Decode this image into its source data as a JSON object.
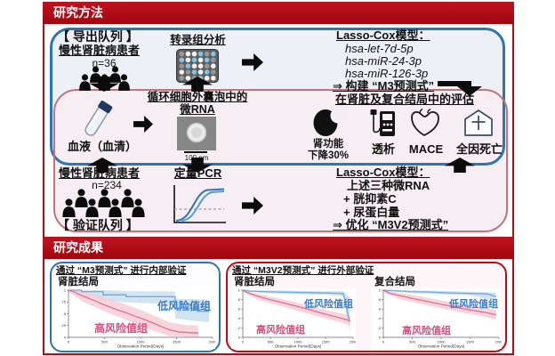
{
  "banners": {
    "methods": "研究方法",
    "results": "研究成果"
  },
  "derivation": {
    "bracket_label": "【 导出队列 】",
    "patients_label": "慢性肾脏病患者",
    "n_label": "n=36",
    "transcriptome_title": "转录组分析",
    "lasso_title": "Lasso-Cox模型：",
    "mirnas": [
      "hsa-let-7d-5p",
      "hsa-miR-24-3p",
      "hsa-miR-126-3p"
    ],
    "build_label": "⇒ 构建 “M3预测式”"
  },
  "middle": {
    "blood_label": "血液（血清）",
    "ev_title_line1": "循环细胞外囊泡中的",
    "ev_title_line2": "微RNA",
    "scale_label": "100 nm",
    "eval_title": "在肾脏及复合结局中的评估",
    "outcomes": [
      {
        "icon": "kidney-icon",
        "label": "肾功能",
        "label2": "下降30%"
      },
      {
        "icon": "dialysis-machine-icon",
        "label": "透析"
      },
      {
        "icon": "heart-icon",
        "label": "MACE"
      },
      {
        "icon": "tombstone-cross-icon",
        "label": "全因死亡"
      }
    ]
  },
  "validation": {
    "patients_label": "慢性肾脏病患者",
    "n_label": "n=234",
    "bracket_label": "【 验证队列 】",
    "pcr_title": "定量PCR",
    "lasso_title": "Lasso-Cox模型：",
    "items": [
      "上述三种微RNA",
      "+ 胱抑素C",
      "+ 尿蛋白量"
    ],
    "optimize_label": "⇒ 优化 “M3V2预测式”"
  },
  "results": {
    "left_title": "通过 “M3预测式” 进行内部验证",
    "right_title": "通过 “M3V2预测式” 进行外部验证",
    "left_outcome_label": "肾脏结局",
    "right_outcome1_label": "肾脏结局",
    "right_outcome2_label": "复合结局",
    "low_risk": "低风险值组",
    "high_risk": "高风险值组"
  },
  "colors": {
    "banner_red": "#b20d15",
    "box_blue": "#2e74b5",
    "box_pink": "#c4737b",
    "result_red": "#c00b16",
    "low_risk_blue": "#3a7bc8",
    "high_risk_pink": "#e0487b"
  },
  "icons": {
    "microarray_pattern": [
      "gwwbgb",
      "bwbwbg",
      "gbwwgw",
      "wgbwbg",
      "gwgbww"
    ],
    "microarray_dot_colors": {
      "g": "#989898",
      "w": "#f4f4f4",
      "b": "#7fc4e8"
    }
  },
  "chart_data": [
    {
      "type": "line",
      "title": "肾脏结局",
      "xlabel": "Observation Period(Days)",
      "xlim": [
        0,
        2000
      ],
      "ylim": [
        0,
        1
      ],
      "xticks": [
        0,
        500,
        1000,
        1500,
        2000
      ],
      "xtick_labels": [
        "0",
        "500",
        "1000",
        "1500",
        "2000"
      ],
      "yticks": [
        0,
        0.25,
        0.5,
        0.75,
        1
      ],
      "ytick_labels": [
        "0",
        ".25",
        ".5",
        ".75",
        "1"
      ],
      "series": [
        {
          "name": "低风险值组",
          "color": "#6fa8dc",
          "band_color": "#c9dff2",
          "line": [
            [
              0,
              1
            ],
            [
              180,
              1
            ],
            [
              180,
              0.97
            ],
            [
              480,
              0.97
            ],
            [
              480,
              0.9
            ],
            [
              800,
              0.9
            ],
            [
              800,
              0.86
            ],
            [
              1480,
              0.86
            ],
            [
              1480,
              0.62
            ],
            [
              1800,
              0.62
            ],
            [
              1800,
              0.55
            ],
            [
              1950,
              0.55
            ]
          ],
          "upper": [
            [
              0,
              1
            ],
            [
              480,
              1
            ],
            [
              800,
              0.98
            ],
            [
              1480,
              0.97
            ],
            [
              1480,
              0.82
            ],
            [
              1950,
              0.8
            ]
          ],
          "lower": [
            [
              0,
              1
            ],
            [
              180,
              0.92
            ],
            [
              480,
              0.79
            ],
            [
              800,
              0.74
            ],
            [
              1480,
              0.7
            ],
            [
              1480,
              0.4
            ],
            [
              1800,
              0.34
            ],
            [
              1950,
              0.32
            ]
          ]
        },
        {
          "name": "高风险值组",
          "color": "#e0708c",
          "band_color": "#f6ccd8",
          "line": [
            [
              0,
              1
            ],
            [
              80,
              0.96
            ],
            [
              160,
              0.9
            ],
            [
              260,
              0.84
            ],
            [
              360,
              0.78
            ],
            [
              460,
              0.71
            ],
            [
              560,
              0.65
            ],
            [
              680,
              0.58
            ],
            [
              800,
              0.52
            ],
            [
              920,
              0.45
            ],
            [
              1050,
              0.38
            ],
            [
              1180,
              0.3
            ],
            [
              1300,
              0.22
            ],
            [
              1420,
              0.15
            ],
            [
              1550,
              0.11
            ],
            [
              1800,
              0.09
            ]
          ],
          "upper": [
            [
              0,
              1
            ],
            [
              200,
              0.98
            ],
            [
              400,
              0.9
            ],
            [
              600,
              0.8
            ],
            [
              800,
              0.69
            ],
            [
              1000,
              0.58
            ],
            [
              1200,
              0.45
            ],
            [
              1400,
              0.32
            ],
            [
              1600,
              0.26
            ],
            [
              1800,
              0.25
            ]
          ],
          "lower": [
            [
              0,
              0.96
            ],
            [
              200,
              0.76
            ],
            [
              400,
              0.62
            ],
            [
              600,
              0.49
            ],
            [
              800,
              0.37
            ],
            [
              1000,
              0.25
            ],
            [
              1200,
              0.13
            ],
            [
              1400,
              0.03
            ],
            [
              1800,
              0.01
            ]
          ]
        }
      ]
    },
    {
      "type": "line",
      "title": "肾脏结局",
      "xlabel": "Observation Period(Days)",
      "xlim": [
        0,
        2000
      ],
      "ylim": [
        0,
        1
      ],
      "xticks": [
        0,
        500,
        1000,
        1500,
        2000
      ],
      "xtick_labels": [
        "0",
        "500",
        "1000",
        "1500",
        "2000"
      ],
      "yticks": [
        0,
        0.2,
        0.4,
        0.6,
        0.8,
        1
      ],
      "ytick_labels": [
        "0",
        ".2",
        ".4",
        ".6",
        ".8",
        "1"
      ],
      "series": [
        {
          "name": "低风险值组",
          "color": "#6fa8dc",
          "band_color": "#c9dff2",
          "line": [
            [
              0,
              1
            ],
            [
              120,
              0.98
            ],
            [
              350,
              0.97
            ],
            [
              700,
              0.96
            ],
            [
              1100,
              0.95
            ],
            [
              1500,
              0.94
            ],
            [
              1820,
              0.93
            ],
            [
              1860,
              0.75
            ],
            [
              1900,
              0.5
            ],
            [
              1940,
              0.33
            ]
          ],
          "upper": [
            [
              0,
              1
            ],
            [
              700,
              0.99
            ],
            [
              1500,
              0.98
            ],
            [
              1820,
              0.98
            ],
            [
              1940,
              0.85
            ]
          ],
          "lower": [
            [
              0,
              1
            ],
            [
              350,
              0.94
            ],
            [
              700,
              0.92
            ],
            [
              1500,
              0.9
            ],
            [
              1820,
              0.87
            ],
            [
              1940,
              0.12
            ]
          ]
        },
        {
          "name": "高风险值组",
          "color": "#e0708c",
          "band_color": "#f6ccd8",
          "line": [
            [
              0,
              1
            ],
            [
              100,
              0.94
            ],
            [
              250,
              0.88
            ],
            [
              420,
              0.82
            ],
            [
              600,
              0.77
            ],
            [
              800,
              0.71
            ],
            [
              1000,
              0.65
            ],
            [
              1200,
              0.59
            ],
            [
              1400,
              0.52
            ],
            [
              1600,
              0.46
            ],
            [
              1800,
              0.4
            ],
            [
              1950,
              0.35
            ]
          ],
          "upper": [
            [
              0,
              1
            ],
            [
              250,
              0.93
            ],
            [
              600,
              0.84
            ],
            [
              1000,
              0.73
            ],
            [
              1400,
              0.61
            ],
            [
              1800,
              0.5
            ],
            [
              1950,
              0.46
            ]
          ],
          "lower": [
            [
              0,
              0.97
            ],
            [
              250,
              0.81
            ],
            [
              600,
              0.69
            ],
            [
              1000,
              0.56
            ],
            [
              1400,
              0.43
            ],
            [
              1800,
              0.31
            ],
            [
              1950,
              0.26
            ]
          ]
        }
      ]
    },
    {
      "type": "line",
      "title": "复合结局",
      "xlabel": "Observation Period(Days)",
      "xlim": [
        0,
        2000
      ],
      "ylim": [
        0,
        1
      ],
      "xticks": [
        0,
        500,
        1000,
        1500,
        2000
      ],
      "xtick_labels": [
        "0",
        "500",
        "1000",
        "1500",
        "2000"
      ],
      "yticks": [
        0,
        0.2,
        0.4,
        0.6,
        0.8,
        1
      ],
      "ytick_labels": [
        "0",
        ".2",
        ".4",
        ".6",
        ".8",
        "1"
      ],
      "series": [
        {
          "name": "低风险值组",
          "color": "#6fa8dc",
          "band_color": "#c9dff2",
          "line": [
            [
              0,
              1
            ],
            [
              150,
              0.99
            ],
            [
              450,
              0.97
            ],
            [
              800,
              0.96
            ],
            [
              1150,
              0.94
            ],
            [
              1500,
              0.93
            ],
            [
              1800,
              0.92
            ],
            [
              1950,
              0.86
            ]
          ],
          "upper": [
            [
              0,
              1
            ],
            [
              800,
              0.99
            ],
            [
              1500,
              0.97
            ],
            [
              1950,
              0.95
            ]
          ],
          "lower": [
            [
              0,
              1
            ],
            [
              450,
              0.94
            ],
            [
              800,
              0.92
            ],
            [
              1500,
              0.89
            ],
            [
              1950,
              0.78
            ]
          ]
        },
        {
          "name": "高风险值组",
          "color": "#e0708c",
          "band_color": "#f6ccd8",
          "line": [
            [
              0,
              1
            ],
            [
              120,
              0.93
            ],
            [
              300,
              0.88
            ],
            [
              520,
              0.82
            ],
            [
              760,
              0.76
            ],
            [
              1000,
              0.7
            ],
            [
              1250,
              0.64
            ],
            [
              1500,
              0.58
            ],
            [
              1750,
              0.53
            ],
            [
              1950,
              0.48
            ]
          ],
          "upper": [
            [
              0,
              1
            ],
            [
              300,
              0.94
            ],
            [
              760,
              0.84
            ],
            [
              1250,
              0.73
            ],
            [
              1750,
              0.63
            ],
            [
              1950,
              0.58
            ]
          ],
          "lower": [
            [
              0,
              0.96
            ],
            [
              300,
              0.8
            ],
            [
              760,
              0.68
            ],
            [
              1250,
              0.55
            ],
            [
              1750,
              0.44
            ],
            [
              1950,
              0.38
            ]
          ]
        }
      ]
    }
  ]
}
